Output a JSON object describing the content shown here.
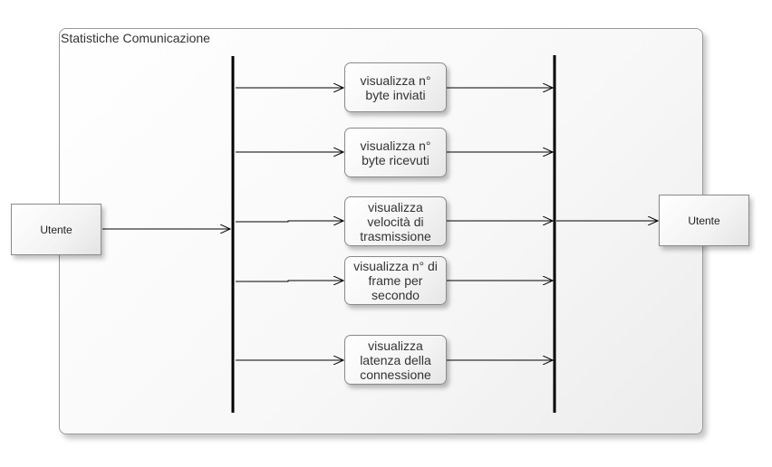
{
  "diagram": {
    "frame_title": "Statistiche Comunicazione",
    "actors": {
      "left": "Utente",
      "right": "Utente"
    },
    "activities": [
      "visualizza n° byte inviati",
      "visualizza n° byte ricevuti",
      "visualizza velocità di trasmissione",
      "visualizza n° di frame per secondo",
      "visualizza latenza della connessione"
    ]
  }
}
